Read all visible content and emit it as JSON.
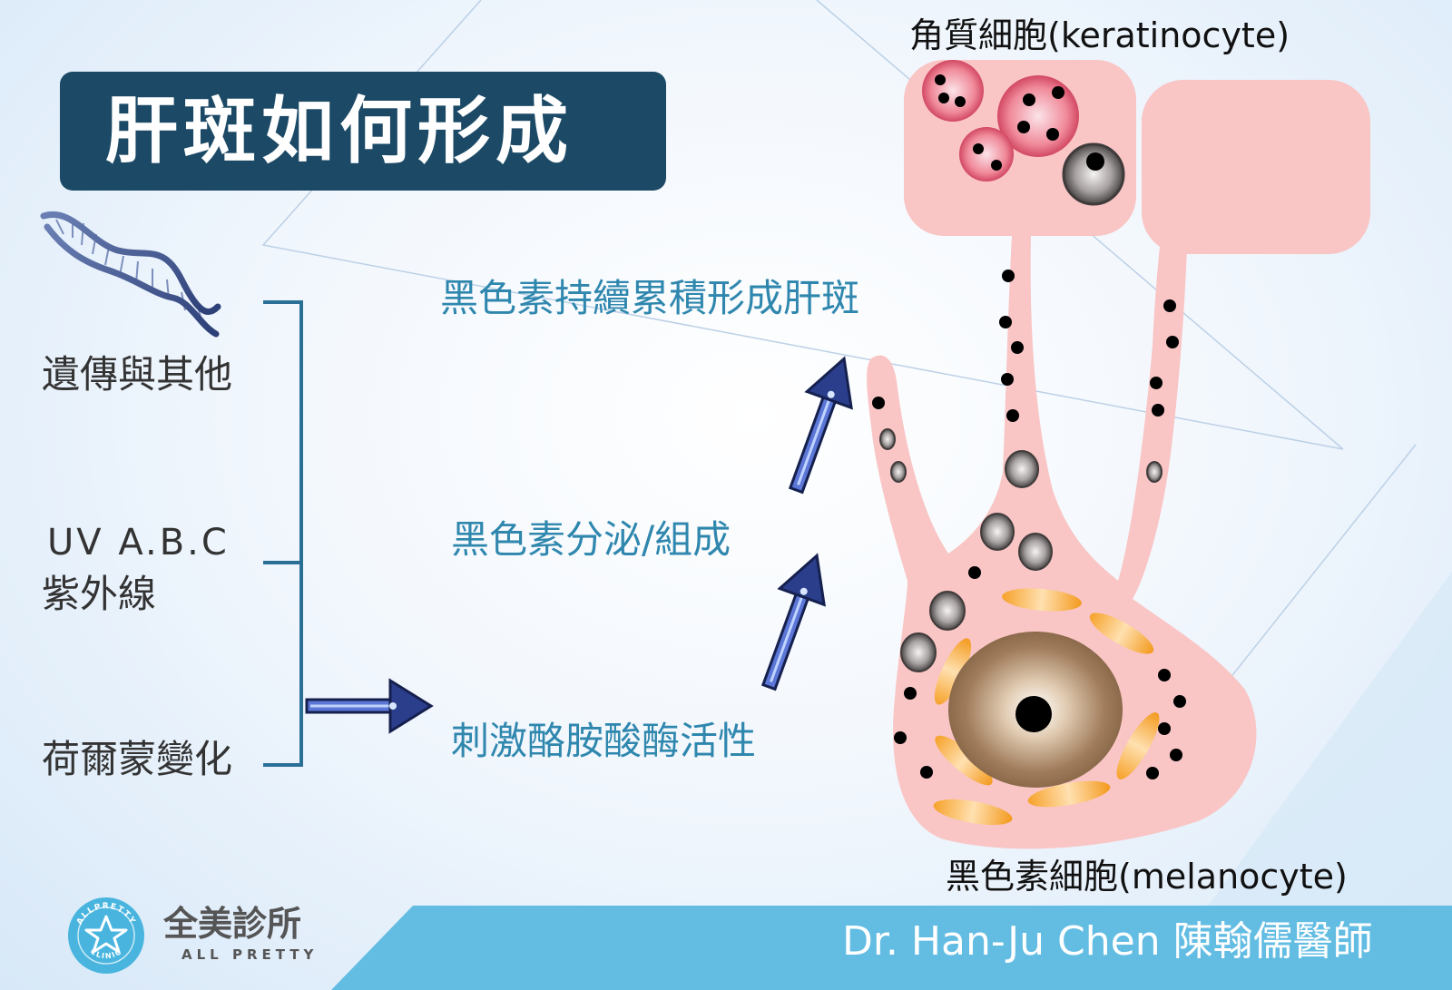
{
  "title": "肝斑如何形成",
  "causes": {
    "heredity": "遺傳與其他",
    "uv_line1": "UV A.B.C",
    "uv_line2": "紫外線",
    "hormone": "荷爾蒙變化"
  },
  "process": {
    "step1": "刺激酪胺酸酶活性",
    "step2": "黑色素分泌/組成",
    "step3": "黑色素持續累積形成肝斑"
  },
  "cells": {
    "keratinocyte": "角質細胞(keratinocyte)",
    "melanocyte": "黑色素細胞(melanocyte)"
  },
  "footer": {
    "clinic_name": "全美診所",
    "clinic_sub": "ALL PRETTY",
    "logo_top": "ALLPRETTY",
    "logo_bottom": "CLINIC",
    "doctor": "Dr. Han-Ju Chen 陳翰儒醫師"
  },
  "colors": {
    "title_bg": "#1c4a66",
    "process_text": "#2f87ae",
    "cell_pink": "#f9c5c5",
    "arrow_blue": "#2b3e8c",
    "footer_band": "#63bde3"
  }
}
